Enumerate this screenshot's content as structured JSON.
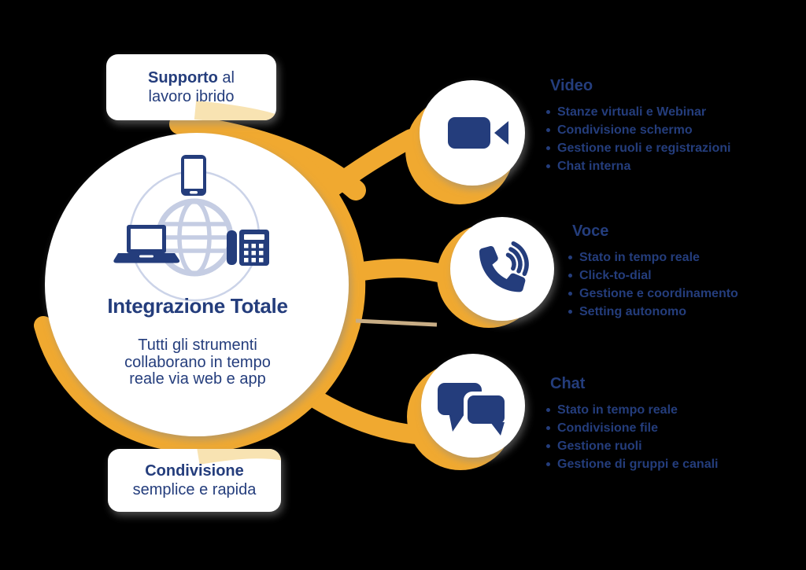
{
  "colors": {
    "background": "#000000",
    "navy": "#243D7C",
    "yellow": "#F0A930",
    "pale_yellow": "#F8E3B2",
    "tan_line": "#C8AD85",
    "globe_blue": "#C5CDE3",
    "white": "#FFFFFF"
  },
  "center_circle": {
    "title": "Integrazione Totale",
    "subtitle_line1": "Tutti gli strumenti",
    "subtitle_line2": "collaborano in tempo",
    "subtitle_line3": "reale via web e app"
  },
  "callout_top": {
    "line1_bold": "Supporto",
    "line1_rest": " al",
    "line2": "lavoro ibrido"
  },
  "callout_bottom": {
    "line1_bold": "Condivisione",
    "line2": "semplice e rapida"
  },
  "branches": [
    {
      "heading": "Video",
      "icon": "video-camera-icon",
      "items": [
        "Stanze virtuali e Webinar",
        "Condivisione schermo",
        "Gestione ruoli e registrazioni",
        "Chat interna"
      ]
    },
    {
      "heading": "Voce",
      "icon": "phone-handset-icon",
      "items": [
        "Stato in tempo reale",
        "Click-to-dial",
        "Gestione e coordinamento",
        "Setting autonomo"
      ]
    },
    {
      "heading": "Chat",
      "icon": "chat-bubbles-icon",
      "items": [
        "Stato in tempo reale",
        "Condivisione file",
        "Gestione ruoli",
        "Gestione di gruppi e canali"
      ]
    }
  ]
}
